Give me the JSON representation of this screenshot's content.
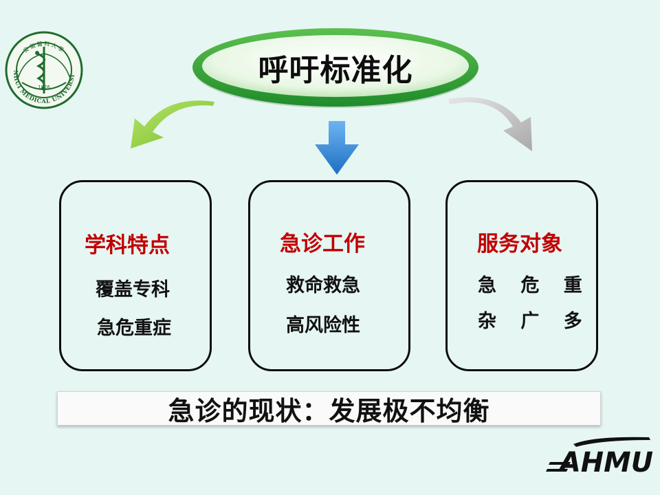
{
  "seal": {
    "text_en": "ANHUI MEDICAL UNIVERSITY",
    "year": "1926",
    "text_cn": "安徽醫科大學"
  },
  "title": "呼吁标准化",
  "boxes": [
    {
      "heading": "学科特点",
      "lines": [
        "覆盖专科",
        "急危重症"
      ]
    },
    {
      "heading": "急诊工作",
      "lines": [
        "救命救急",
        "高风险性"
      ]
    },
    {
      "heading": "服务对象",
      "lines": [
        "急 危 重",
        "杂 广 多"
      ]
    }
  ],
  "banner": "急诊的现状：发展极不均衡",
  "logo": "AHMU",
  "colors": {
    "background": "#e6f6f3",
    "heading_red": "#c00000",
    "ellipse_green": "#37a83a",
    "arrow_green": "#8fcc3a",
    "arrow_blue": "#2f86d6",
    "arrow_gray": "#bdbdbd",
    "seal_green": "#1e6b2d"
  }
}
